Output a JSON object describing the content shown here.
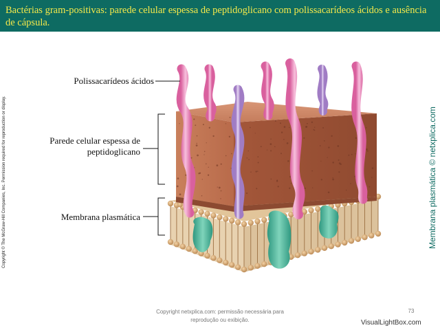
{
  "header": {
    "title": "Bactérias gram-positivas: parede celular espessa de peptidoglicano com polissacarídeos ácidos e ausência de cápsula."
  },
  "side_text": {
    "copyright": "Copyright © The McGraw-Hill Companies, Inc. Permission required for reproduction or display.",
    "credit": "Membrana plasmática © netxplica.com"
  },
  "labels": {
    "polysaccharides": "Polissacarídeos ácidos",
    "cell_wall": "Parede celular espessa de peptidoglicano",
    "plasma_membrane": "Membrana plasmática"
  },
  "footer": {
    "copyright": "Copyright netxplica.com: permissão necessária para reprodução ou exibição.",
    "page_number": "73"
  },
  "watermark": "VisualLightBox.com",
  "colors": {
    "header_bg": "#0e6b62",
    "header_text": "#f5e94a",
    "wall": "#c07050",
    "polysaccharide_pink": "#e98ac0",
    "polysaccharide_lavender": "#c6a6dc",
    "membrane_head": "#d8aa72",
    "protein": "#4fb59a"
  }
}
